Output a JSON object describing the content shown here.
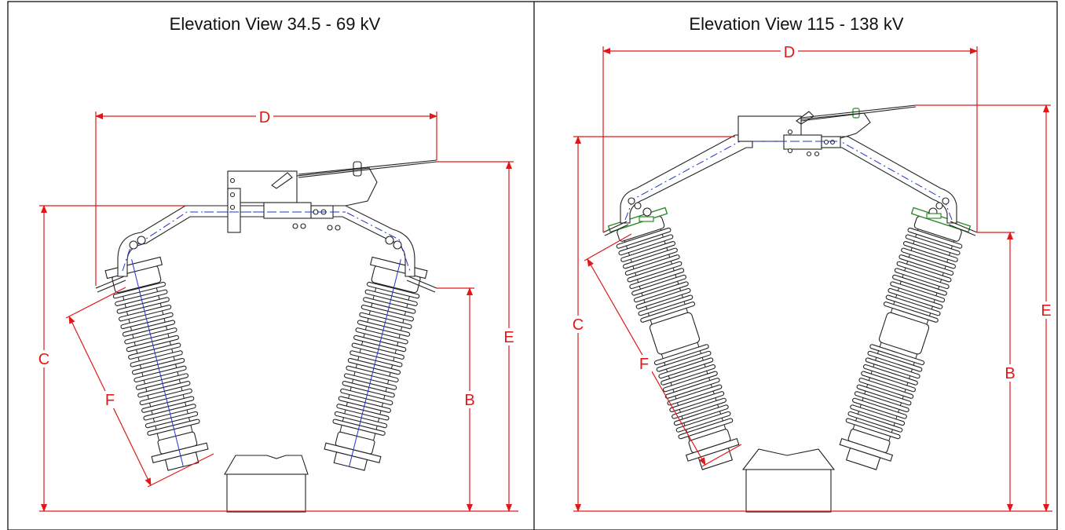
{
  "panels": [
    {
      "title": "Elevation View 34.5 - 69 kV",
      "dimensions": {
        "D": "D",
        "C": "C",
        "E": "E",
        "B": "B",
        "F": "F"
      }
    },
    {
      "title": "Elevation View 115 - 138 kV",
      "dimensions": {
        "D": "D",
        "C": "C",
        "E": "E",
        "B": "B",
        "F": "F"
      }
    }
  ],
  "colors": {
    "dimension": "#e01818",
    "centerline": "#2233cc",
    "drawing": "#222222",
    "grading_ring": "#2e8b2e"
  }
}
